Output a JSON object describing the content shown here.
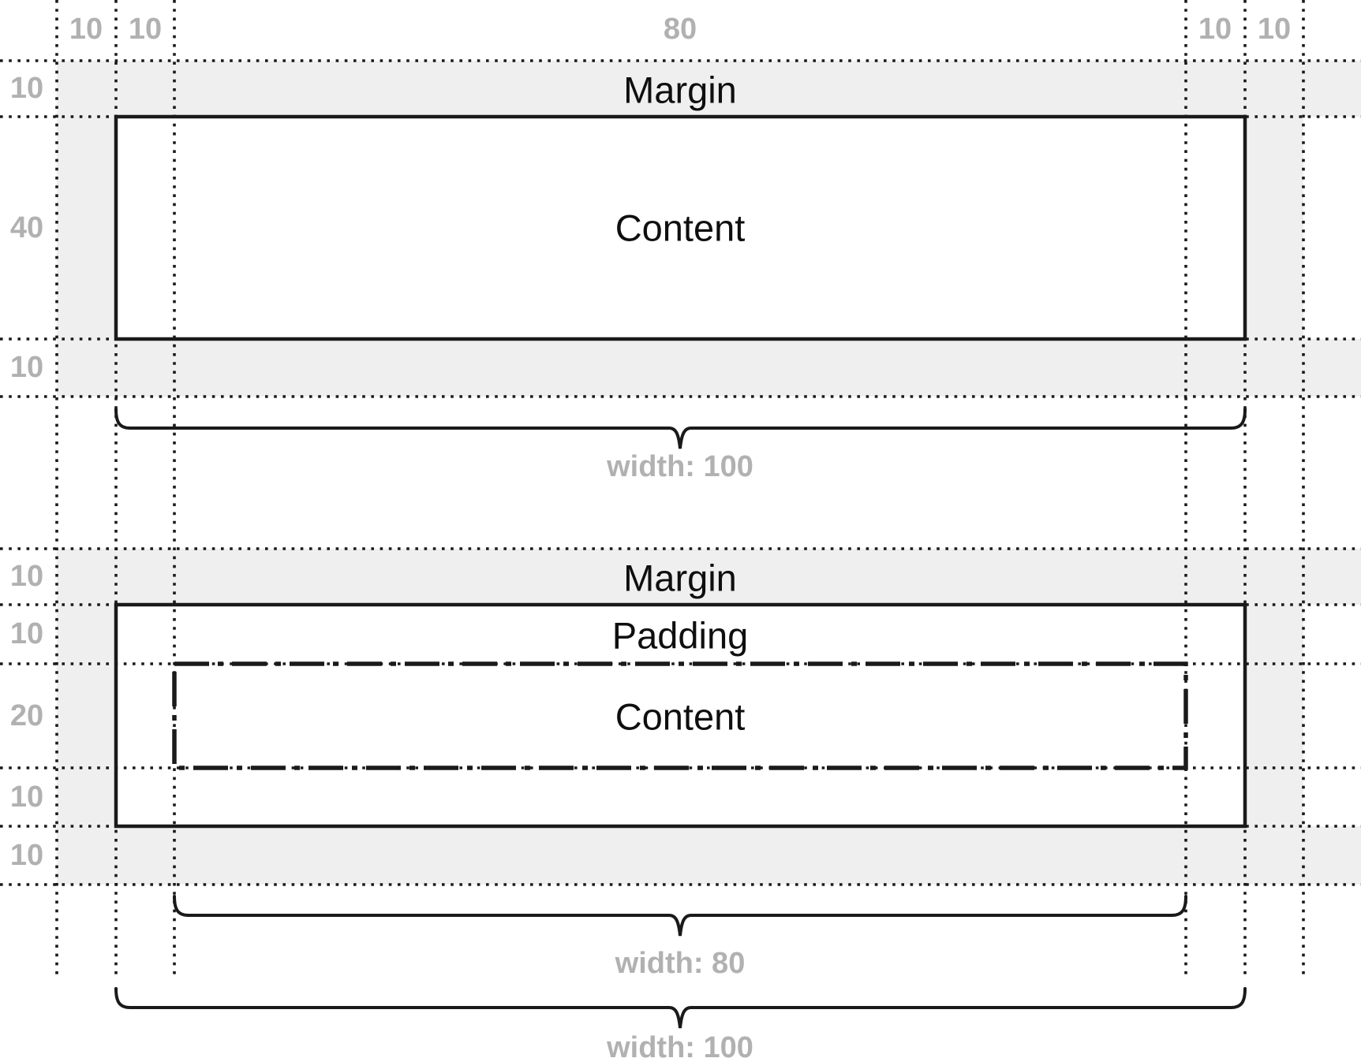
{
  "colors": {
    "background": "#ffffff",
    "margin_fill": "#efefef",
    "line": "#1a1a1a",
    "muted_text": "#b1b1b1",
    "label_text": "#0f0f0f"
  },
  "top_dimension_row": [
    "10",
    "10",
    "80",
    "10",
    "10"
  ],
  "diagram_top": {
    "left_dimensions": [
      "10",
      "40",
      "10"
    ],
    "margin_label": "Margin",
    "content_label": "Content",
    "width_caption": "width: 100"
  },
  "diagram_bottom": {
    "left_dimensions": [
      "10",
      "10",
      "20",
      "10",
      "10"
    ],
    "margin_label": "Margin",
    "padding_label": "Padding",
    "content_label": "Content",
    "content_width_caption": "width: 80",
    "box_width_caption": "width: 100"
  }
}
